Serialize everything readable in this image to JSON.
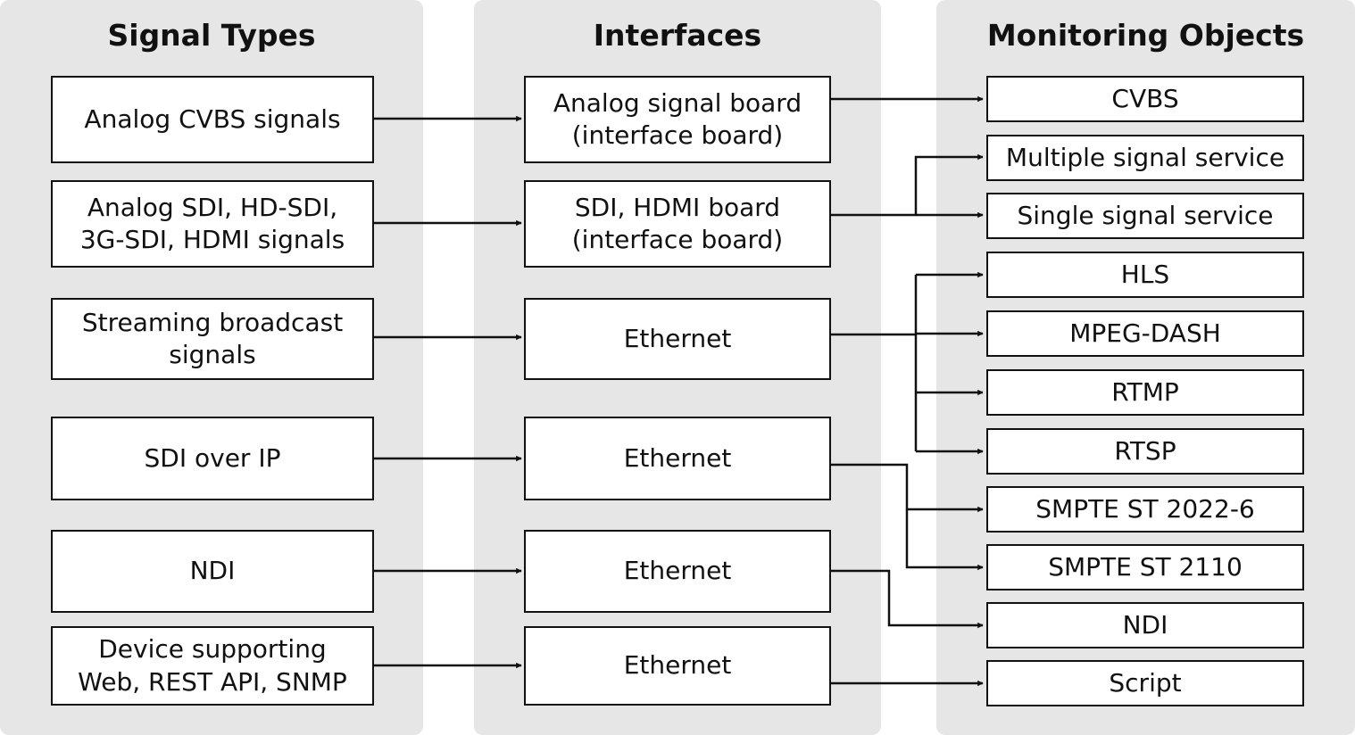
{
  "columns": {
    "signal_types": "Signal Types",
    "interfaces": "Interfaces",
    "monitoring_objects": "Monitoring Objects"
  },
  "signals": [
    "Analog CVBS signals",
    "Analog SDI, HD-SDI,\n3G-SDI, HDMI signals",
    "Streaming broadcast\nsignals",
    "SDI over IP",
    "NDI",
    "Device supporting\nWeb, REST API, SNMP"
  ],
  "interfaces": [
    "Analog signal board\n(interface board)",
    "SDI, HDMI board\n(interface board)",
    "Ethernet",
    "Ethernet",
    "Ethernet",
    "Ethernet"
  ],
  "objects": [
    "CVBS",
    "Multiple signal service",
    "Single signal service",
    "HLS",
    "MPEG-DASH",
    "RTMP",
    "RTSP",
    "SMPTE ST 2022-6",
    "SMPTE ST 2110",
    "NDI",
    "Script"
  ]
}
